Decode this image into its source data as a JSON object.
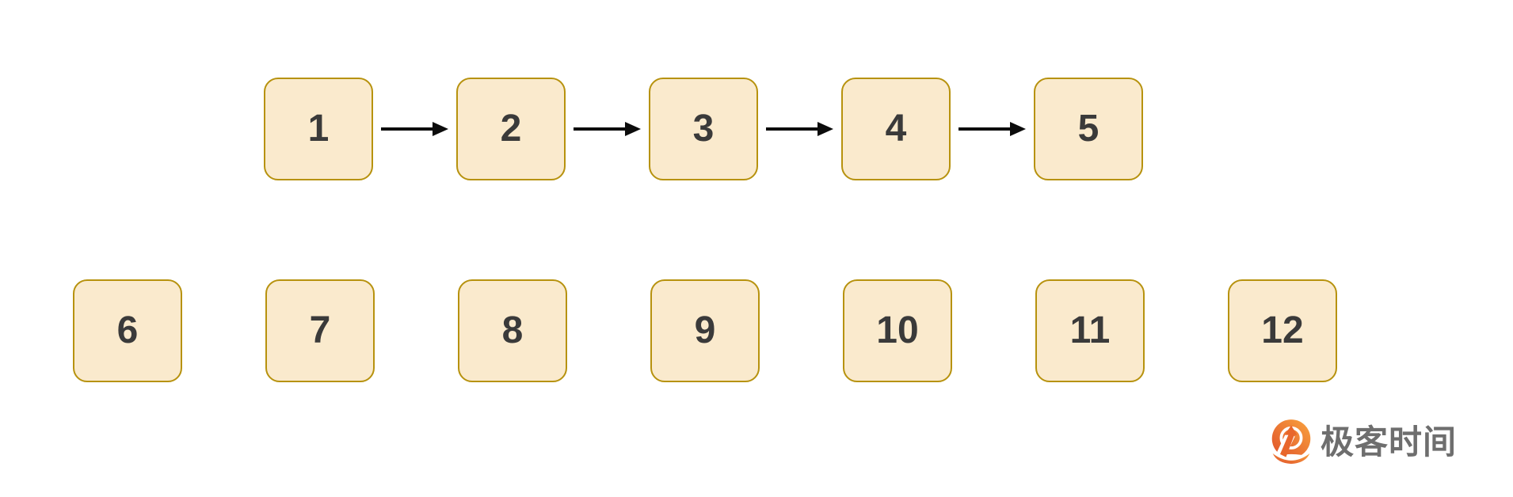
{
  "diagram": {
    "top_row": {
      "nodes": [
        "1",
        "2",
        "3",
        "4",
        "5"
      ],
      "connected_by_arrows": true
    },
    "bottom_row": {
      "nodes": [
        "6",
        "7",
        "8",
        "9",
        "10",
        "11",
        "12"
      ],
      "connected_by_arrows": false
    }
  },
  "logo": {
    "text": "极客时间"
  },
  "colors": {
    "node_fill": "#faeacd",
    "node_border": "#b7920e",
    "node_text": "#3a3a3a",
    "arrow_color": "#0c0c0c",
    "logo_orange_dark": "#e0512a",
    "logo_orange_mid": "#e8662b",
    "logo_orange_light": "#f9a43f",
    "logo_text_color": "#6e6e6e"
  }
}
